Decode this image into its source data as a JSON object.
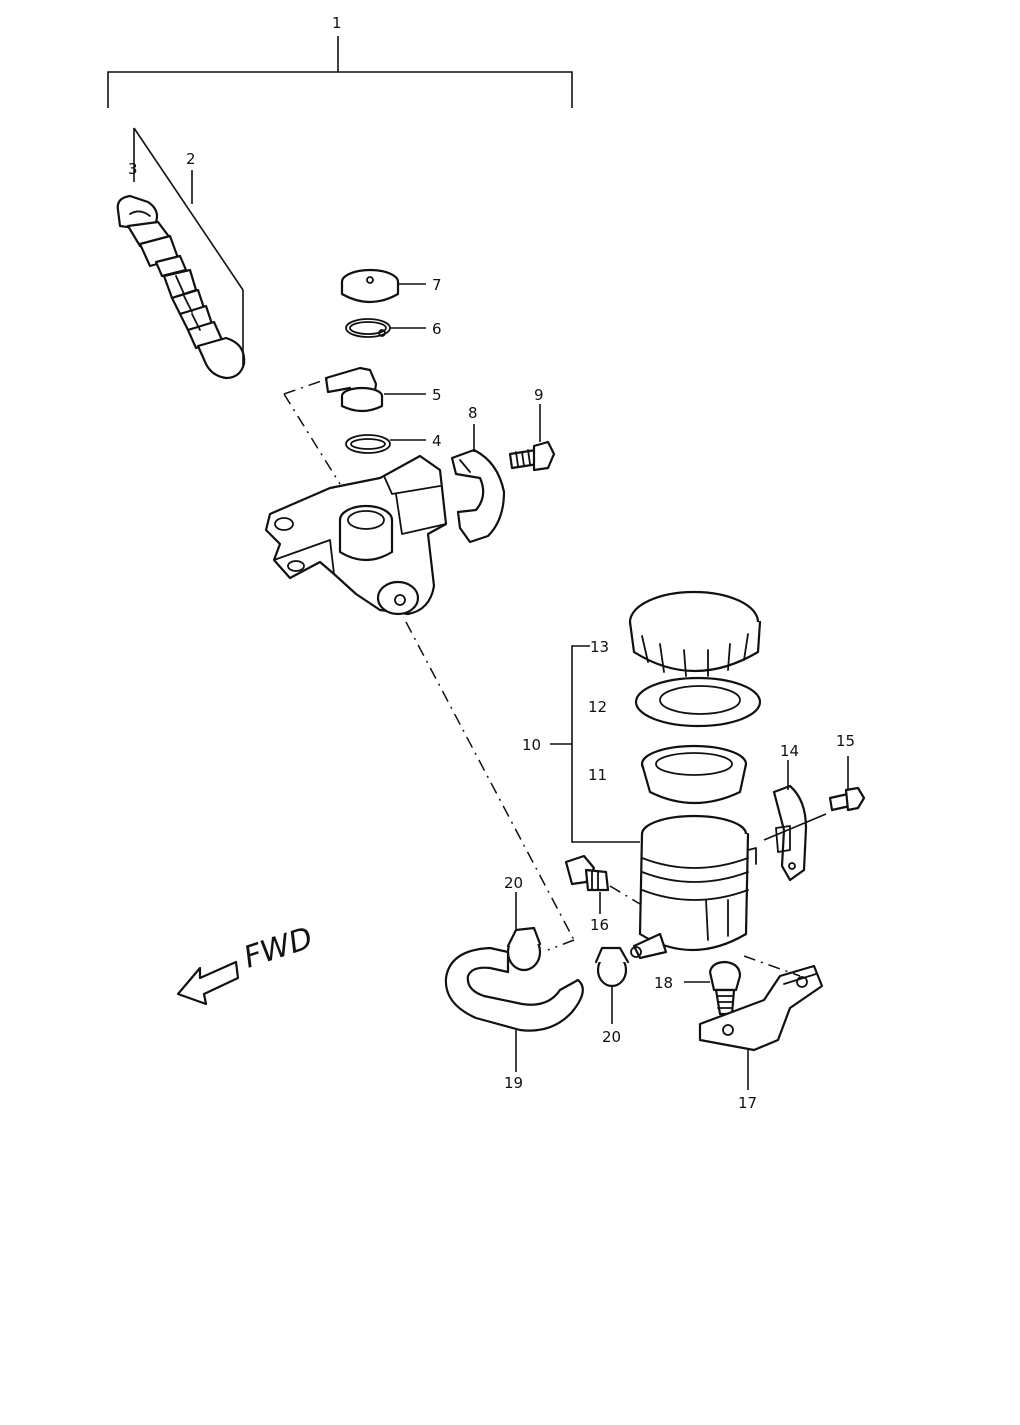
{
  "diagram": {
    "labels": {
      "p1": "1",
      "p2": "2",
      "p3": "3",
      "p4": "4",
      "p5": "5",
      "p6": "6",
      "p7": "7",
      "p8": "8",
      "p9": "9",
      "p10": "10",
      "p11": "11",
      "p12": "12",
      "p13": "13",
      "p14": "14",
      "p15": "15",
      "p16": "16",
      "p17": "17",
      "p18": "18",
      "p19": "19",
      "p20a": "20",
      "p20b": "20"
    },
    "direction_label": "FWD"
  }
}
